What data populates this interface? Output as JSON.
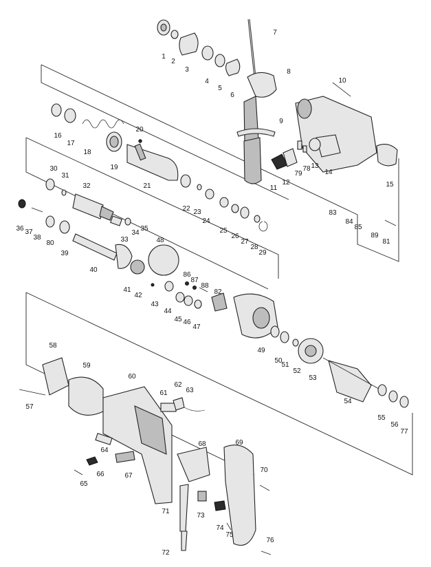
{
  "diagram": {
    "type": "exploded-parts-view",
    "callouts": [
      {
        "id": "p1",
        "label": "1"
      },
      {
        "id": "p2",
        "label": "2"
      },
      {
        "id": "p3",
        "label": "3"
      },
      {
        "id": "p4",
        "label": "4"
      },
      {
        "id": "p5",
        "label": "5"
      },
      {
        "id": "p6",
        "label": "6"
      },
      {
        "id": "p7",
        "label": "7"
      },
      {
        "id": "p8",
        "label": "8"
      },
      {
        "id": "p9",
        "label": "9"
      },
      {
        "id": "p10",
        "label": "10"
      },
      {
        "id": "p11",
        "label": "11"
      },
      {
        "id": "p12",
        "label": "12"
      },
      {
        "id": "p13",
        "label": "13"
      },
      {
        "id": "p14",
        "label": "14"
      },
      {
        "id": "p15",
        "label": "15"
      },
      {
        "id": "p16",
        "label": "16"
      },
      {
        "id": "p17",
        "label": "17"
      },
      {
        "id": "p18",
        "label": "18"
      },
      {
        "id": "p19",
        "label": "19"
      },
      {
        "id": "p20",
        "label": "20"
      },
      {
        "id": "p21",
        "label": "21"
      },
      {
        "id": "p22",
        "label": "22"
      },
      {
        "id": "p23",
        "label": "23"
      },
      {
        "id": "p24",
        "label": "24"
      },
      {
        "id": "p25",
        "label": "25"
      },
      {
        "id": "p26",
        "label": "26"
      },
      {
        "id": "p27",
        "label": "27"
      },
      {
        "id": "p28",
        "label": "28"
      },
      {
        "id": "p29",
        "label": "29"
      },
      {
        "id": "p30",
        "label": "30"
      },
      {
        "id": "p31",
        "label": "31"
      },
      {
        "id": "p32",
        "label": "32"
      },
      {
        "id": "p33",
        "label": "33"
      },
      {
        "id": "p34",
        "label": "34"
      },
      {
        "id": "p35",
        "label": "35"
      },
      {
        "id": "p36",
        "label": "36"
      },
      {
        "id": "p37",
        "label": "37"
      },
      {
        "id": "p38",
        "label": "38"
      },
      {
        "id": "p39",
        "label": "39"
      },
      {
        "id": "p40",
        "label": "40"
      },
      {
        "id": "p41",
        "label": "41"
      },
      {
        "id": "p42",
        "label": "42"
      },
      {
        "id": "p43",
        "label": "43"
      },
      {
        "id": "p44",
        "label": "44"
      },
      {
        "id": "p45",
        "label": "45"
      },
      {
        "id": "p46",
        "label": "46"
      },
      {
        "id": "p47",
        "label": "47"
      },
      {
        "id": "p48",
        "label": "48"
      },
      {
        "id": "p49",
        "label": "49"
      },
      {
        "id": "p50",
        "label": "50"
      },
      {
        "id": "p51",
        "label": "51"
      },
      {
        "id": "p52",
        "label": "52"
      },
      {
        "id": "p53",
        "label": "53"
      },
      {
        "id": "p54",
        "label": "54"
      },
      {
        "id": "p55",
        "label": "55"
      },
      {
        "id": "p56",
        "label": "56"
      },
      {
        "id": "p57",
        "label": "57"
      },
      {
        "id": "p58",
        "label": "58"
      },
      {
        "id": "p59",
        "label": "59"
      },
      {
        "id": "p60",
        "label": "60"
      },
      {
        "id": "p61",
        "label": "61"
      },
      {
        "id": "p62",
        "label": "62"
      },
      {
        "id": "p63",
        "label": "63"
      },
      {
        "id": "p64",
        "label": "64"
      },
      {
        "id": "p65",
        "label": "65"
      },
      {
        "id": "p66",
        "label": "66"
      },
      {
        "id": "p67",
        "label": "67"
      },
      {
        "id": "p68",
        "label": "68"
      },
      {
        "id": "p69",
        "label": "69"
      },
      {
        "id": "p70",
        "label": "70"
      },
      {
        "id": "p71",
        "label": "71"
      },
      {
        "id": "p72",
        "label": "72"
      },
      {
        "id": "p73",
        "label": "73"
      },
      {
        "id": "p74",
        "label": "74"
      },
      {
        "id": "p75",
        "label": "75"
      },
      {
        "id": "p76",
        "label": "76"
      },
      {
        "id": "p77",
        "label": "77"
      },
      {
        "id": "p78",
        "label": "78"
      },
      {
        "id": "p79",
        "label": "79"
      },
      {
        "id": "p80",
        "label": "80"
      },
      {
        "id": "p81",
        "label": "81"
      },
      {
        "id": "p82",
        "label": "82"
      },
      {
        "id": "p83",
        "label": "83"
      },
      {
        "id": "p84",
        "label": "84"
      },
      {
        "id": "p85",
        "label": "85"
      },
      {
        "id": "p86",
        "label": "86"
      },
      {
        "id": "p87",
        "label": "87"
      },
      {
        "id": "p88",
        "label": "88"
      },
      {
        "id": "p89",
        "label": "89"
      }
    ]
  }
}
